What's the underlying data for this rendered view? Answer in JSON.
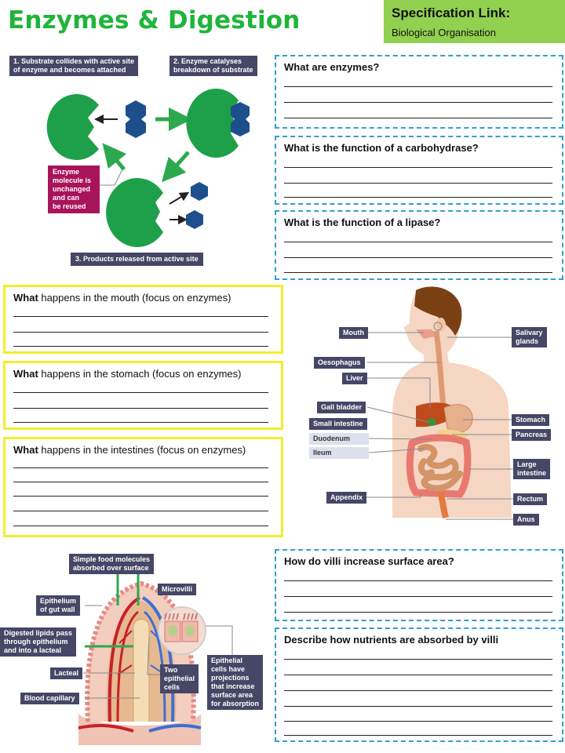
{
  "header": {
    "title": "Enzymes & Digestion",
    "spec_heading": "Specification Link:",
    "spec_topic": "Biological Organisation"
  },
  "enzyme_diagram": {
    "step1": [
      "1. Substrate collides with active site",
      "of enzyme and becomes attached"
    ],
    "step2": [
      "2. Enzyme catalyses",
      "breakdown of substrate"
    ],
    "step3": "3. Products released from active site",
    "note": [
      "Enzyme",
      "molecule is",
      "unchanged",
      "and can",
      "be reused"
    ],
    "colors": {
      "enzyme": "#1ea04a",
      "substrate": "#1d4f8c",
      "arrow": "#2ea84e"
    }
  },
  "questions_right_top": [
    {
      "text": "What are enzymes?"
    },
    {
      "text": "What is the function of a carbohydrase?"
    },
    {
      "text": "What is the function of a lipase?"
    }
  ],
  "questions_left": [
    {
      "bold": "What",
      "rest": " happens in the mouth (focus on enzymes)"
    },
    {
      "bold": "What",
      "rest": " happens in the stomach (focus on enzymes)"
    },
    {
      "bold": "What",
      "rest": " happens in the intestines (focus on enzymes)"
    }
  ],
  "digestive_labels": {
    "mouth": "Mouth",
    "oesophagus": "Oesophagus",
    "liver": "Liver",
    "gall_bladder": "Gall bladder",
    "small_intestine": "Small intestine",
    "duodenum": "Duodenum",
    "ileum": "Ileum",
    "appendix": "Appendix",
    "salivary": [
      "Salivary",
      "glands"
    ],
    "stomach": "Stomach",
    "pancreas": "Pancreas",
    "large_intestine": [
      "Large",
      "intestine"
    ],
    "rectum": "Rectum",
    "anus": "Anus"
  },
  "villus_labels": {
    "simple": [
      "Simple food molecules",
      "absorbed over surface"
    ],
    "microvilli": "Microvilli",
    "epithelium": [
      "Epithelium",
      "of gut wall"
    ],
    "lipids": [
      "Digested lipids pass",
      "through epithelium",
      "and into a lacteal"
    ],
    "lacteal": "Lacteal",
    "capillary": "Blood capillary",
    "two_cells": [
      "Two",
      "epithelial",
      "cells"
    ],
    "projections": [
      "Epithelial",
      "cells have",
      "projections",
      "that increase",
      "surface area",
      "for absorption"
    ]
  },
  "questions_right_bottom": [
    {
      "text": "How do villi increase surface area?"
    },
    {
      "text": "Describe how nutrients are absorbed by villi"
    }
  ]
}
